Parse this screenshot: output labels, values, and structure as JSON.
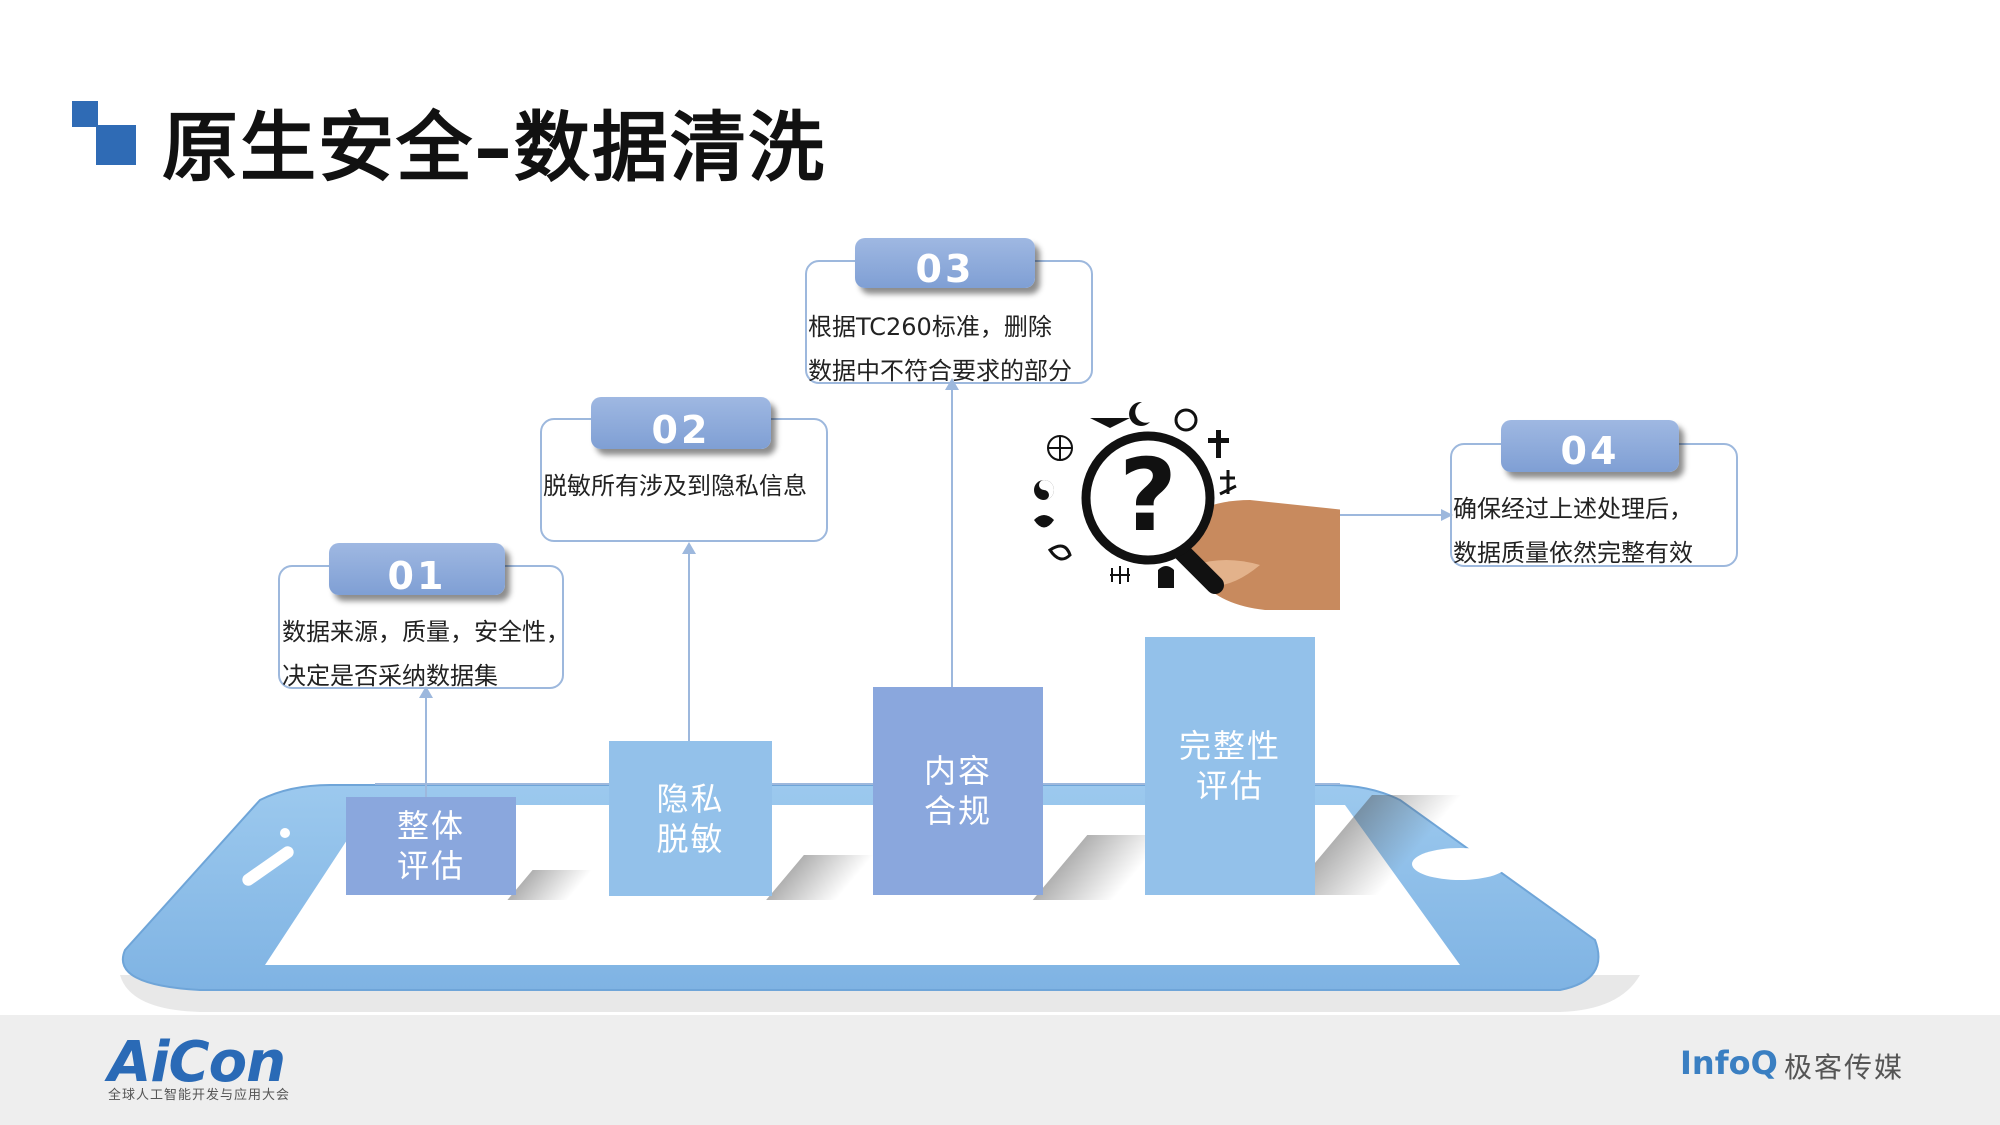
{
  "title": "原生安全–数据清洗",
  "steps": [
    {
      "num": "01",
      "lines": [
        "数据来源，质量，安全性，",
        "决定是否采纳数据集"
      ]
    },
    {
      "num": "02",
      "lines": [
        "脱敏所有涉及到隐私信息"
      ]
    },
    {
      "num": "03",
      "lines": [
        "根据TC260标准，删除",
        "数据中不符合要求的部分"
      ]
    },
    {
      "num": "04",
      "lines": [
        "确保经过上述处理后，",
        "数据质量依然完整有效"
      ]
    }
  ],
  "pillars": [
    {
      "lines": [
        "整体",
        "评估"
      ],
      "color": "#8aa7dd"
    },
    {
      "lines": [
        "隐私",
        "脱敏"
      ],
      "color": "#93c1ea"
    },
    {
      "lines": [
        "内容",
        "合规"
      ],
      "color": "#8aa7dd"
    },
    {
      "lines": [
        "完整性",
        "评估"
      ],
      "color": "#93c1ea"
    }
  ],
  "footer": {
    "event_logo": "AiCon",
    "event_subtitle": "全球人工智能开发与应用大会",
    "partner_logo": "InfoQ",
    "partner_name": "极客传媒"
  },
  "illustration": {
    "glyph": "?",
    "icon": "magnifier-question-icon"
  }
}
